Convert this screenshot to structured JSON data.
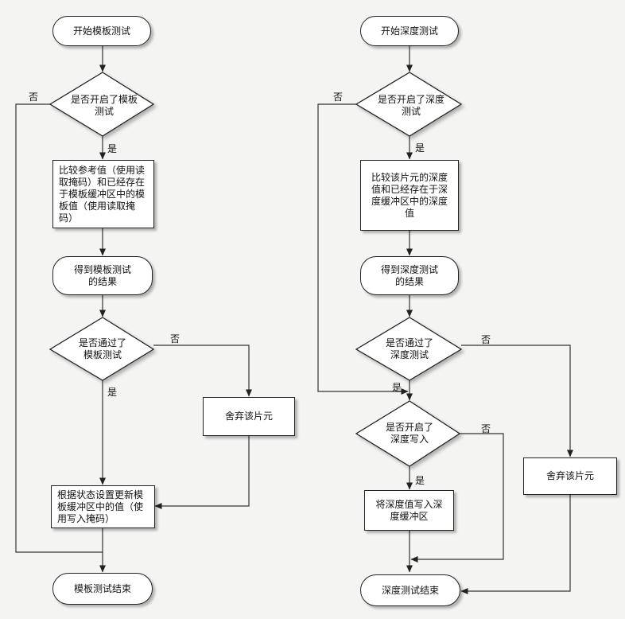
{
  "left": {
    "start": "开始模板测试",
    "decision_enabled": "是否开启了模板测试",
    "compare": "比较参考值（使用读取掩码）和已经存在于模板缓冲区中的模板值（使用读取掩码）",
    "result": "得到模板测试的结果",
    "decision_passed": "是否通过了模板测试",
    "discard": "舍弃该片元",
    "update": "根据状态设置更新模板缓冲区中的值（使用写入掩码）",
    "end": "模板测试结束"
  },
  "right": {
    "start": "开始深度测试",
    "decision_enabled": "是否开启了深度测试",
    "compare": "比较该片元的深度值和已经存在于深度缓冲区中的深度值",
    "result": "得到深度测试的结果",
    "decision_passed": "是否通过了深度测试",
    "decision_write": "是否开启了深度写入",
    "write": "将深度值写入深度缓冲区",
    "discard": "舍弃该片元",
    "end": "深度测试结束"
  },
  "labels": {
    "yes": "是",
    "no": "否"
  }
}
